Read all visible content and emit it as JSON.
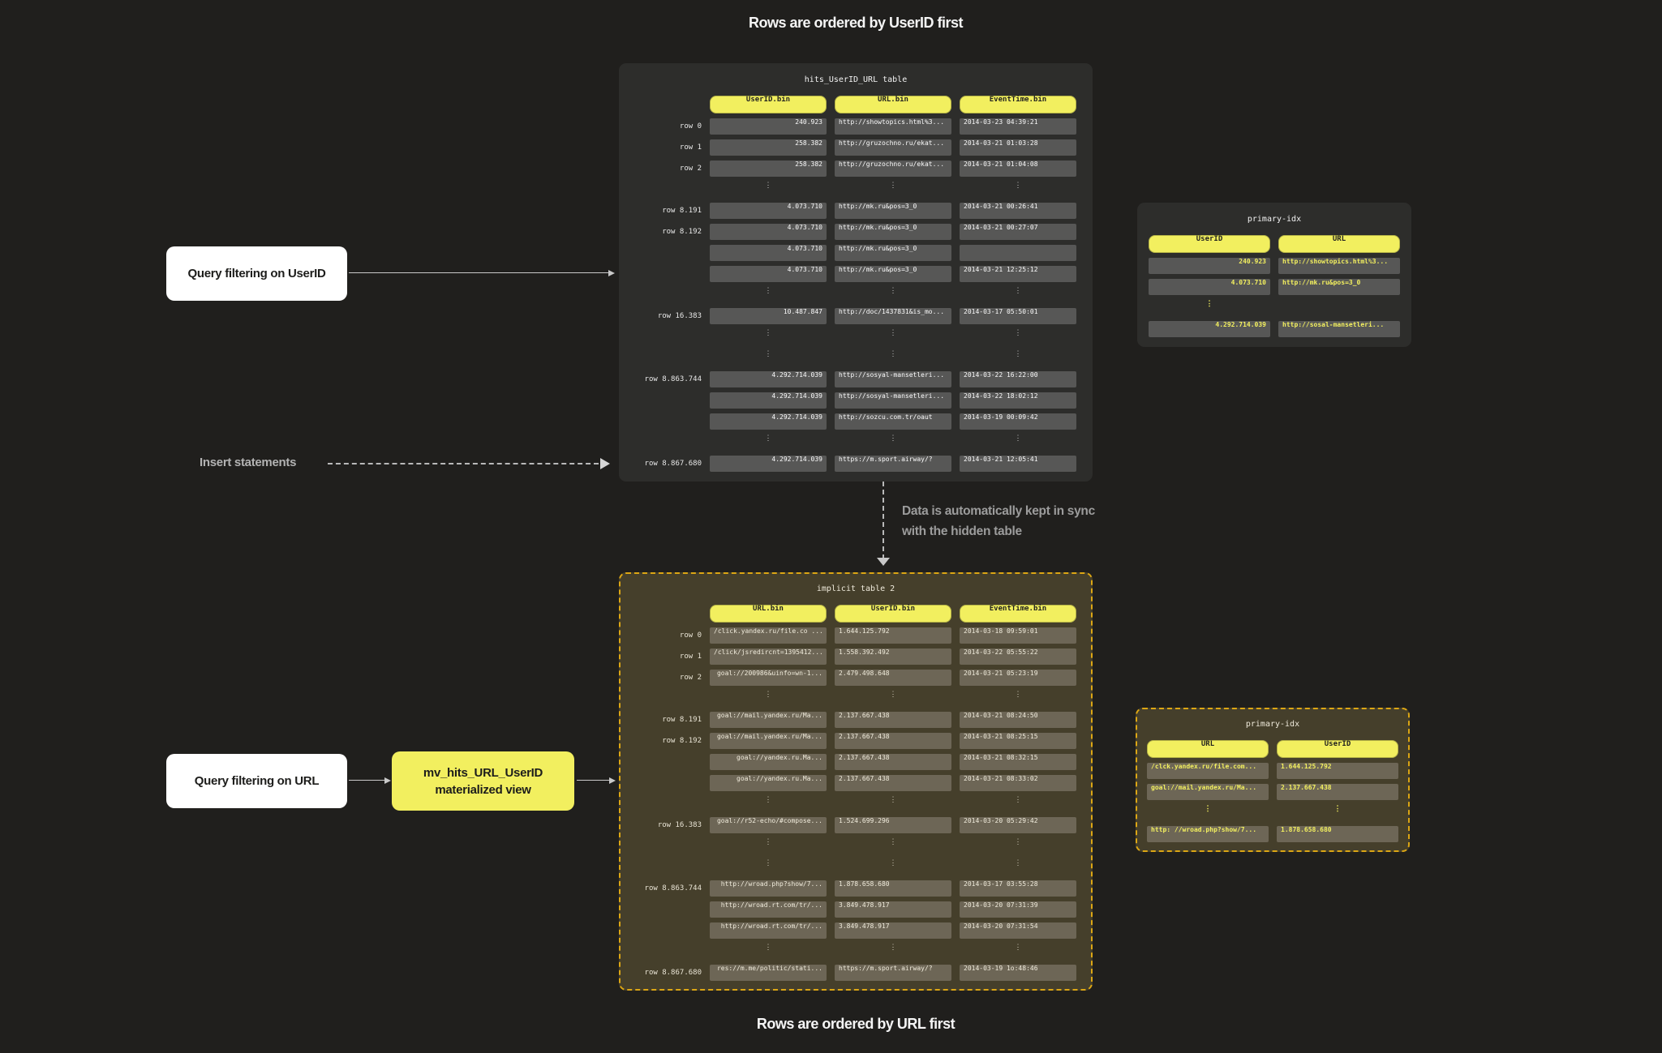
{
  "captions": {
    "top": "Rows are ordered by UserID first",
    "bottom": "Rows are ordered by URL first"
  },
  "callouts": {
    "query_userid": "Query filtering on UserID",
    "query_url": "Query filtering on URL",
    "insert": "Insert statements",
    "sync_line1": "Data is automatically kept in sync",
    "sync_line2": "with the hidden table",
    "mv_line1": "mv_hits_URL_UserID",
    "mv_line2": "materialized view"
  },
  "ellipsis_glyph": "⋮",
  "colors": {
    "accent_yellow": "#f2ef5f",
    "dashed_border_gold": "#dca614",
    "dark_panel": "#2d2d2b",
    "olive_panel": "#453f2b",
    "arrow_gray": "#c9c9c9",
    "page_background": "#201f1d"
  },
  "tables": {
    "hits": {
      "title": "hits_UserID_URL table",
      "columns": [
        "UserID.bin",
        "URL.bin",
        "EventTime.bin"
      ],
      "rows": [
        {
          "label": "row 0",
          "cells": [
            "240.923",
            "http://showtopics.html%3...",
            "2014-03-23 04:39:21"
          ]
        },
        {
          "label": "row 1",
          "cells": [
            "258.382",
            "http://gruzochno.ru/ekat...",
            "2014-03-21 01:03:28"
          ]
        },
        {
          "label": "row 2",
          "cells": [
            "258.382",
            "http://gruzochno.ru/ekat...",
            "2014-03-21 01:04:08"
          ]
        },
        {
          "dots": true
        },
        {
          "label": "row 8.191",
          "cells": [
            "4.073.710",
            "http://mk.ru&pos=3_0",
            "2014-03-21 00:26:41"
          ]
        },
        {
          "label": "row 8.192",
          "cells": [
            "4.073.710",
            "http://mk.ru&pos=3_0",
            "2014-03-21 00:27:07"
          ]
        },
        {
          "label": "",
          "cells": [
            "4.073.710",
            "http://mk.ru&pos=3_0",
            ""
          ]
        },
        {
          "label": "",
          "cells": [
            "4.073.710",
            "http://mk.ru&pos=3_0",
            "2014-03-21 12:25:12"
          ]
        },
        {
          "dots": true
        },
        {
          "label": "row 16.383",
          "cells": [
            "10.487.847",
            "http://doc/1437831&is_mo...",
            "2014-03-17 05:50:01"
          ]
        },
        {
          "dots": true
        },
        {
          "dots": true
        },
        {
          "label": "row 8.863.744",
          "cells": [
            "4.292.714.039",
            "http://sosyal-mansetleri...",
            "2014-03-22 16:22:00"
          ]
        },
        {
          "label": "",
          "cells": [
            "4.292.714.039",
            "http://sosyal-mansetleri...",
            "2014-03-22 18:02:12"
          ]
        },
        {
          "label": "",
          "cells": [
            "4.292.714.039",
            "http://sozcu.com.tr/oaut",
            "2014-03-19 00:09:42"
          ]
        },
        {
          "dots": true
        },
        {
          "label": "row 8.867.680",
          "cells": [
            "4.292.714.039",
            "https://m.sport.airway/?",
            "2014-03-21 12:05:41"
          ]
        }
      ]
    },
    "primary_idx_top": {
      "title": "primary-idx",
      "columns": [
        "UserID",
        "URL"
      ],
      "rows": [
        {
          "cells": [
            "240.923",
            "http://showtopics.html%3..."
          ]
        },
        {
          "cells": [
            "4.073.710",
            "http://mk.ru&pos=3_0"
          ]
        },
        {
          "dots": true,
          "cols": [
            0
          ]
        },
        {
          "cells": [
            "4.292.714.039",
            "http://sosal-mansetleri..."
          ]
        }
      ]
    },
    "implicit": {
      "title": "implicit table 2",
      "columns": [
        "URL.bin",
        "UserID.bin",
        "EventTime.bin"
      ],
      "rows": [
        {
          "label": "row 0",
          "cells": [
            "/click.yandex.ru/file.co ...",
            "1.644.125.792",
            "2014-03-18 09:59:01"
          ]
        },
        {
          "label": "row 1",
          "cells": [
            "/click/jsredircnt=1395412...",
            "1.558.392.492",
            "2014-03-22 05:55:22"
          ]
        },
        {
          "label": "row 2",
          "cells": [
            "goal://200986&uinfo=wn-1...",
            "2.479.498.648",
            "2014-03-21 05:23:19"
          ]
        },
        {
          "dots": true
        },
        {
          "label": "row 8.191",
          "cells": [
            "goal://mail.yandex.ru/Ma...",
            "2.137.667.438",
            "2014-03-21 08:24:50"
          ]
        },
        {
          "label": "row 8.192",
          "cells": [
            "goal://mail.yandex.ru/Ma...",
            "2.137.667.438",
            "2014-03-21 08:25:15"
          ]
        },
        {
          "label": "",
          "cells": [
            "goal://yandex.ru.Ma...",
            "2.137.667.438",
            "2014-03-21 08:32:15"
          ]
        },
        {
          "label": "",
          "cells": [
            "goal://yandex.ru.Ma...",
            "2.137.667.438",
            "2014-03-21 08:33:02"
          ]
        },
        {
          "dots": true
        },
        {
          "label": "row 16.383",
          "cells": [
            "goal://r52-echo/#compose...",
            "1.524.699.296",
            "2014-03-20 05:29:42"
          ]
        },
        {
          "dots": true
        },
        {
          "dots": true
        },
        {
          "label": "row 8.863.744",
          "cells": [
            "http://wroad.php?show/7...",
            "1.878.658.680",
            "2014-03-17 03:55:28"
          ]
        },
        {
          "label": "",
          "cells": [
            "http://wroad.rt.com/tr/...",
            "3.849.478.917",
            "2014-03-20 07:31:39"
          ]
        },
        {
          "label": "",
          "cells": [
            "http://wroad.rt.com/tr/...",
            "3.849.478.917",
            "2014-03-20 07:31:54"
          ]
        },
        {
          "dots": true
        },
        {
          "label": "row 8.867.680",
          "cells": [
            "res://m.me/politic/stati...",
            "https://m.sport.airway/?",
            "2014-03-19 1o:48:46"
          ]
        }
      ]
    },
    "primary_idx_bottom": {
      "title": "primary-idx",
      "columns": [
        "URL",
        "UserID"
      ],
      "rows": [
        {
          "cells": [
            "/clck.yandex.ru/file.com...",
            "1.644.125.792"
          ]
        },
        {
          "cells": [
            "goal://mail.yandex.ru/Ma...",
            "2.137.667.438"
          ]
        },
        {
          "dots": true
        },
        {
          "cells": [
            "http: //wroad.php?show/7...",
            "1.878.658.680"
          ]
        }
      ]
    }
  }
}
